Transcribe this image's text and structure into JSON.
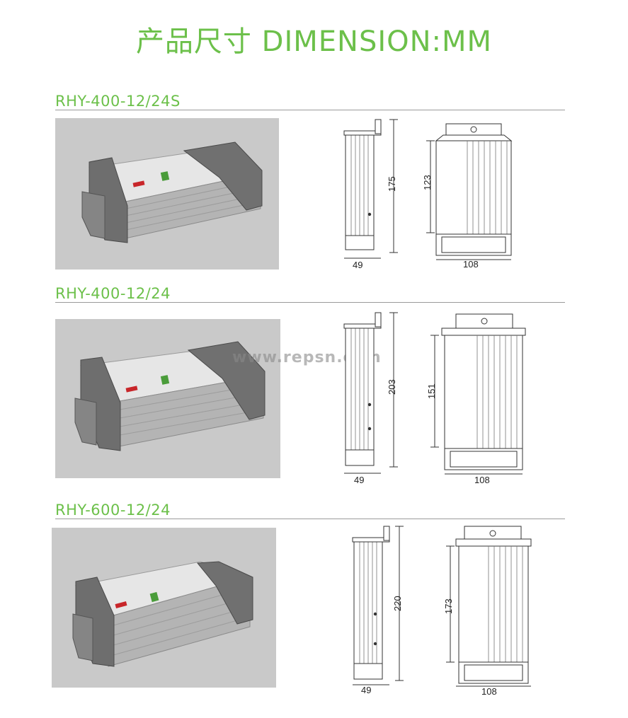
{
  "header": {
    "title": "产品尺寸  DIMENSION:MM"
  },
  "watermark": "www.repsn.com",
  "colors": {
    "accent": "#6cc04a",
    "rule": "#9a9a9a",
    "photo_bg": "#c9c9c9"
  },
  "products": [
    {
      "model": "RHY-400-12/24S",
      "side_height": "175",
      "side_width": "49",
      "front_height": "123",
      "front_width": "108"
    },
    {
      "model": "RHY-400-12/24",
      "side_height": "203",
      "side_width": "49",
      "front_height": "151",
      "front_width": "108"
    },
    {
      "model": "RHY-600-12/24",
      "side_height": "220",
      "side_width": "49",
      "front_height": "173",
      "front_width": "108"
    }
  ]
}
